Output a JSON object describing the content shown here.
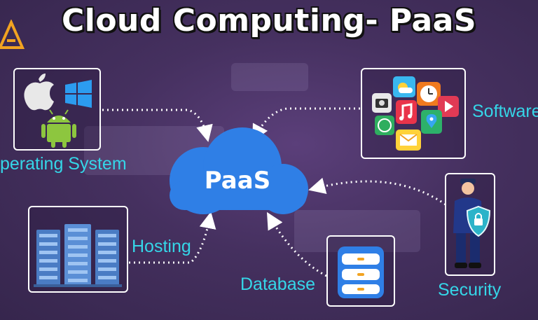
{
  "title": "Cloud Computing- PaaS",
  "center": {
    "label": "PaaS"
  },
  "nodes": {
    "operating_system": {
      "label": "perating System",
      "icons": [
        "apple-icon",
        "windows-icon",
        "android-icon"
      ]
    },
    "software": {
      "label": "Software",
      "icons": [
        "camera-icon",
        "weather-icon",
        "clock-icon",
        "music-icon",
        "video-icon",
        "phone-icon",
        "map-icon",
        "mail-icon"
      ]
    },
    "hosting": {
      "label": "Hosting",
      "icons": [
        "server-rack-icon"
      ]
    },
    "database": {
      "label": "Database",
      "icons": [
        "database-icon"
      ]
    },
    "security": {
      "label": "Security",
      "icons": [
        "security-guard-icon",
        "shield-lock-icon"
      ]
    }
  },
  "colors": {
    "accent_label": "#35d6e8",
    "cloud": "#2f7fe6",
    "background": "#45305f",
    "connector": "#ffffff"
  }
}
